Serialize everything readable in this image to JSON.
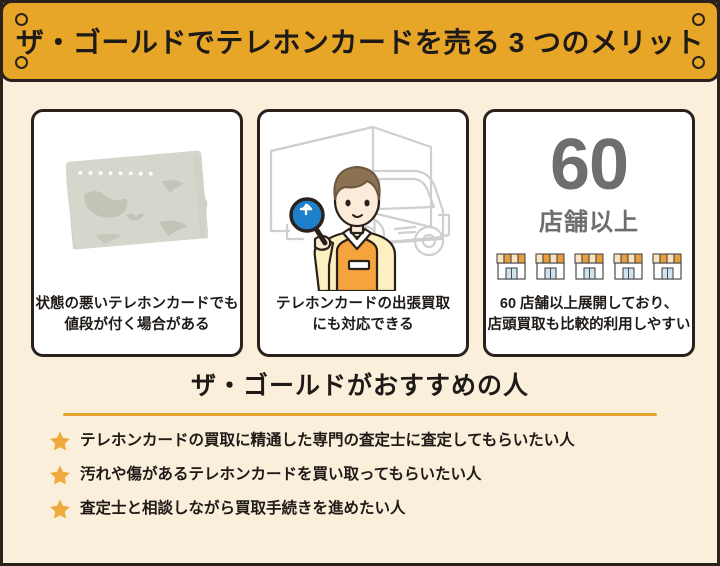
{
  "header": {
    "title": "ザ・ゴールドでテレホンカードを売る 3 つのメリット",
    "banner_color": "#E8A629",
    "border_color": "#2B211C"
  },
  "page": {
    "background_color": "#FAEFDA"
  },
  "cards": [
    {
      "art": "damaged-telephone-card",
      "caption_line1": "状態の悪いテレホンカードでも",
      "caption_line2": "値段が付く場合がある"
    },
    {
      "art": "appraiser-with-truck",
      "caption_line1": "テレホンカードの出張買取",
      "caption_line2": "にも対応できる"
    },
    {
      "art": "store-count",
      "big_number": "60",
      "big_number_sub": "店舗以上",
      "shop_icon_count": 5,
      "caption_line1": "60 店舗以上展開しており、",
      "caption_line2": "店頭買取も比較的利用しやすい"
    }
  ],
  "recommend": {
    "title": "ザ・ゴールドがおすすめの人",
    "divider_color": "#E0A52A",
    "star_color": "#F0A93C",
    "items": [
      "テレホンカードの買取に精通した専門の査定士に査定してもらいたい人",
      "汚れや傷があるテレホンカードを買い取ってもらいたい人",
      "査定士と相談しながら買取手続きを進めたい人"
    ]
  }
}
